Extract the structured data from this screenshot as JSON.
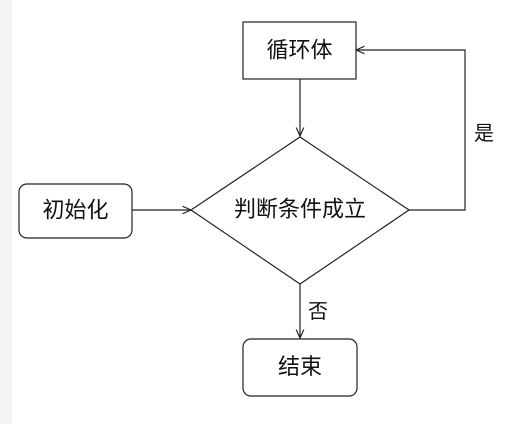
{
  "diagram": {
    "nodes": {
      "init": {
        "label": "初始化",
        "shape": "rounded-rect"
      },
      "loop_body": {
        "label": "循环体",
        "shape": "rect"
      },
      "condition": {
        "label": "判断条件成立",
        "shape": "diamond"
      },
      "end": {
        "label": "结束",
        "shape": "rounded-rect"
      }
    },
    "edges": {
      "init_to_condition": {
        "from": "init",
        "to": "condition",
        "label": ""
      },
      "loop_to_condition": {
        "from": "loop_body",
        "to": "condition",
        "label": ""
      },
      "condition_yes": {
        "from": "condition",
        "to": "loop_body",
        "label": "是"
      },
      "condition_no": {
        "from": "condition",
        "to": "end",
        "label": "否"
      }
    }
  }
}
